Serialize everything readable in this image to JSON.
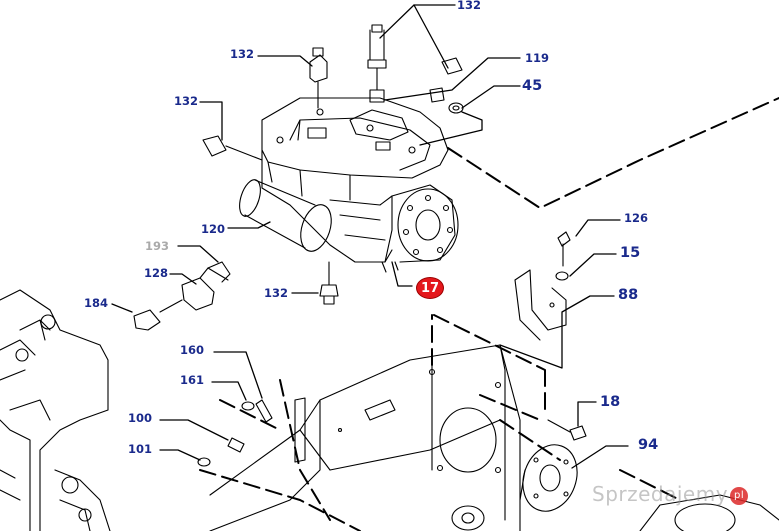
{
  "callouts": {
    "p132_top": "132",
    "p132_a": "132",
    "p132_b": "132",
    "p132_bottom": "132",
    "p119": "119",
    "p45": "45",
    "p120": "120",
    "p193": "193",
    "p128": "128",
    "p184": "184",
    "p17": "17",
    "p126": "126",
    "p15": "15",
    "p88": "88",
    "p160": "160",
    "p161": "161",
    "p100": "100",
    "p101": "101",
    "p18": "18",
    "p94": "94"
  },
  "watermark": {
    "text": "Sprzedajemy",
    "suffix": "pl"
  },
  "colors": {
    "label": "#1a2a8c",
    "badge": "#e4171c",
    "muted_label": "#aaaaaa",
    "line": "#000000"
  }
}
